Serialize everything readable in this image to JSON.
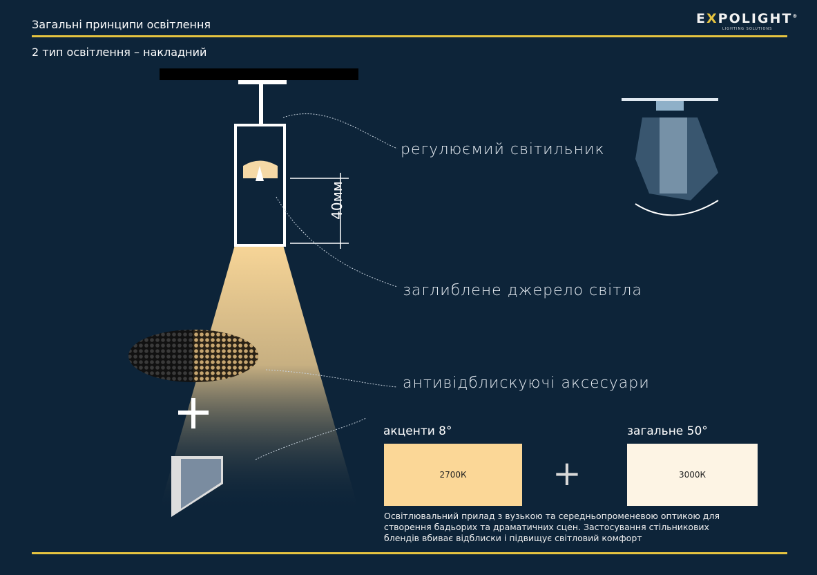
{
  "header": {
    "title": "Загальні принципи освітлення",
    "subtitle": "2 тип освітлення – накладний"
  },
  "logo": {
    "brand": "EXPOLIGHT",
    "tagline": "LIGHTING SOLUTIONS",
    "registered": "®"
  },
  "diagram": {
    "dimension_label": "40мм",
    "labels": {
      "adjustable": "регулюємий світильник",
      "recessed_source": "заглиблене джерело світла",
      "anti_glare": "антивідблискуючі аксесуари"
    }
  },
  "swatches": [
    {
      "title": "акценти 8°",
      "value": "2700К",
      "color": "#fbd797"
    },
    {
      "title": "загальне 50°",
      "value": "3000К",
      "color": "#fdf4e4"
    }
  ],
  "plus_sign": "+",
  "description": "Освітлювальний прилад з вузькою та середньопроменевою оптикою для створення бадьорих та драматичних сцен.  Застосування стільникових блендів вбиває відблиски і підвищує світловий комфорт",
  "colors": {
    "background": "#0d2439",
    "accent": "#e6c440"
  }
}
